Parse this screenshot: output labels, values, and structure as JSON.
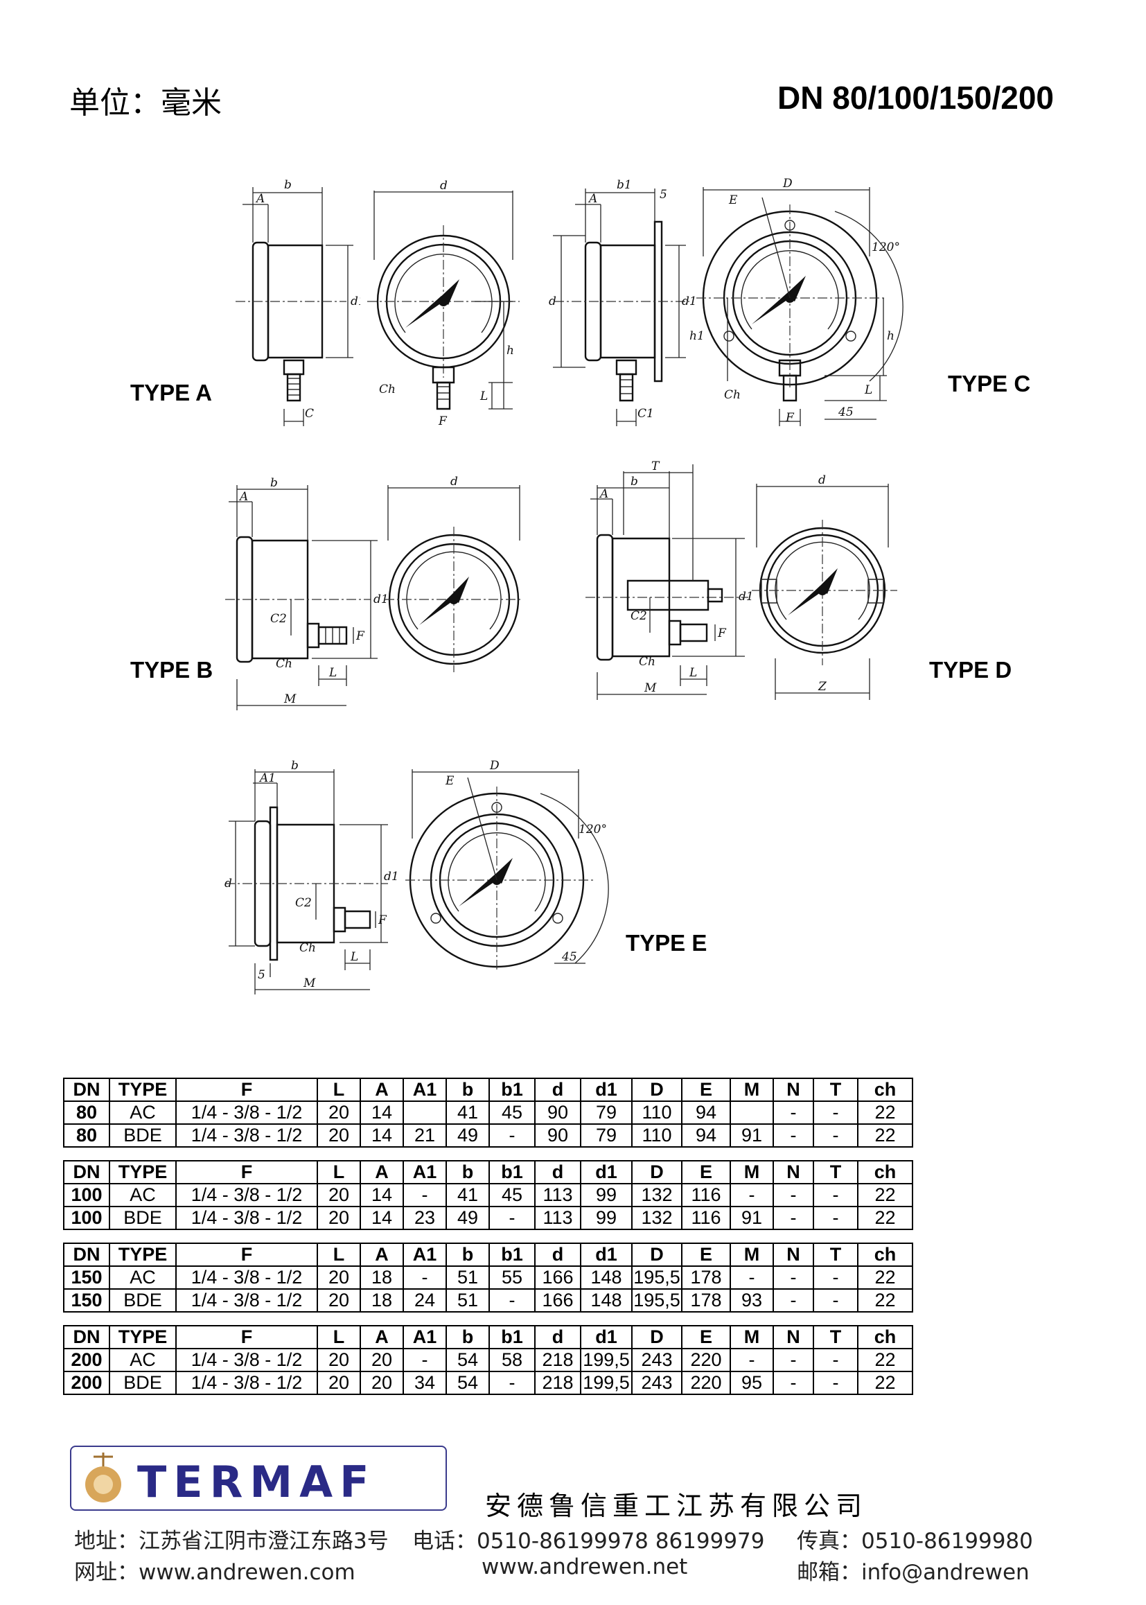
{
  "header": {
    "unit": "单位：毫米",
    "dn_title": "DN 80/100/150/200"
  },
  "types": {
    "a": "TYPE A",
    "b": "TYPE B",
    "c": "TYPE C",
    "d": "TYPE D",
    "e": "TYPE E"
  },
  "dims": {
    "A": "A",
    "A1": "A1",
    "b": "b",
    "b1": "b1",
    "d": "d",
    "d1": "d1",
    "D": "D",
    "E": "E",
    "h": "h",
    "h1": "h1",
    "L": "L",
    "F": "F",
    "C": "C",
    "C1": "C1",
    "C2": "C2",
    "Ch": "Ch",
    "M": "M",
    "T": "T",
    "Z": "Z",
    "five": "5",
    "deg45": "45",
    "deg120": "120°"
  },
  "tables": [
    {
      "header": [
        "DN",
        "TYPE",
        "F",
        "L",
        "A",
        "A1",
        "b",
        "b1",
        "d",
        "d1",
        "D",
        "E",
        "M",
        "N",
        "T",
        "ch"
      ],
      "rows": [
        [
          "80",
          "AC",
          "1/4 - 3/8 - 1/2",
          "20",
          "14",
          "",
          "41",
          "45",
          "90",
          "79",
          "110",
          "94",
          "",
          "-",
          "-",
          "22"
        ],
        [
          "80",
          "BDE",
          "1/4 - 3/8 - 1/2",
          "20",
          "14",
          "21",
          "49",
          "-",
          "90",
          "79",
          "110",
          "94",
          "91",
          "-",
          "-",
          "22"
        ]
      ]
    },
    {
      "header": [
        "DN",
        "TYPE",
        "F",
        "L",
        "A",
        "A1",
        "b",
        "b1",
        "d",
        "d1",
        "D",
        "E",
        "M",
        "N",
        "T",
        "ch"
      ],
      "rows": [
        [
          "100",
          "AC",
          "1/4 - 3/8 - 1/2",
          "20",
          "14",
          "-",
          "41",
          "45",
          "113",
          "99",
          "132",
          "116",
          "-",
          "-",
          "-",
          "22"
        ],
        [
          "100",
          "BDE",
          "1/4 - 3/8 - 1/2",
          "20",
          "14",
          "23",
          "49",
          "-",
          "113",
          "99",
          "132",
          "116",
          "91",
          "-",
          "-",
          "22"
        ]
      ]
    },
    {
      "header": [
        "DN",
        "TYPE",
        "F",
        "L",
        "A",
        "A1",
        "b",
        "b1",
        "d",
        "d1",
        "D",
        "E",
        "M",
        "N",
        "T",
        "ch"
      ],
      "rows": [
        [
          "150",
          "AC",
          "1/4 - 3/8 - 1/2",
          "20",
          "18",
          "-",
          "51",
          "55",
          "166",
          "148",
          "195,5",
          "178",
          "-",
          "-",
          "-",
          "22"
        ],
        [
          "150",
          "BDE",
          "1/4 - 3/8 - 1/2",
          "20",
          "18",
          "24",
          "51",
          "-",
          "166",
          "148",
          "195,5",
          "178",
          "93",
          "-",
          "-",
          "22"
        ]
      ]
    },
    {
      "header": [
        "DN",
        "TYPE",
        "F",
        "L",
        "A",
        "A1",
        "b",
        "b1",
        "d",
        "d1",
        "D",
        "E",
        "M",
        "N",
        "T",
        "ch"
      ],
      "rows": [
        [
          "200",
          "AC",
          "1/4 - 3/8 - 1/2",
          "20",
          "20",
          "-",
          "54",
          "58",
          "218",
          "199,5",
          "243",
          "220",
          "-",
          "-",
          "-",
          "22"
        ],
        [
          "200",
          "BDE",
          "1/4 - 3/8 - 1/2",
          "20",
          "20",
          "34",
          "54",
          "-",
          "218",
          "199,5",
          "243",
          "220",
          "95",
          "-",
          "-",
          "22"
        ]
      ]
    }
  ],
  "footer": {
    "logo": "TERMAF",
    "company": "安德鲁信重工江苏有限公司",
    "address": "地址：江苏省江阴市澄江东路3号",
    "phone": "电话：0510-86199978  86199979",
    "fax": "传真：0510-86199980",
    "web1": "网址：www.andrewen.com",
    "web2": "www.andrewen.net",
    "email": "邮箱：info@andrewen"
  }
}
